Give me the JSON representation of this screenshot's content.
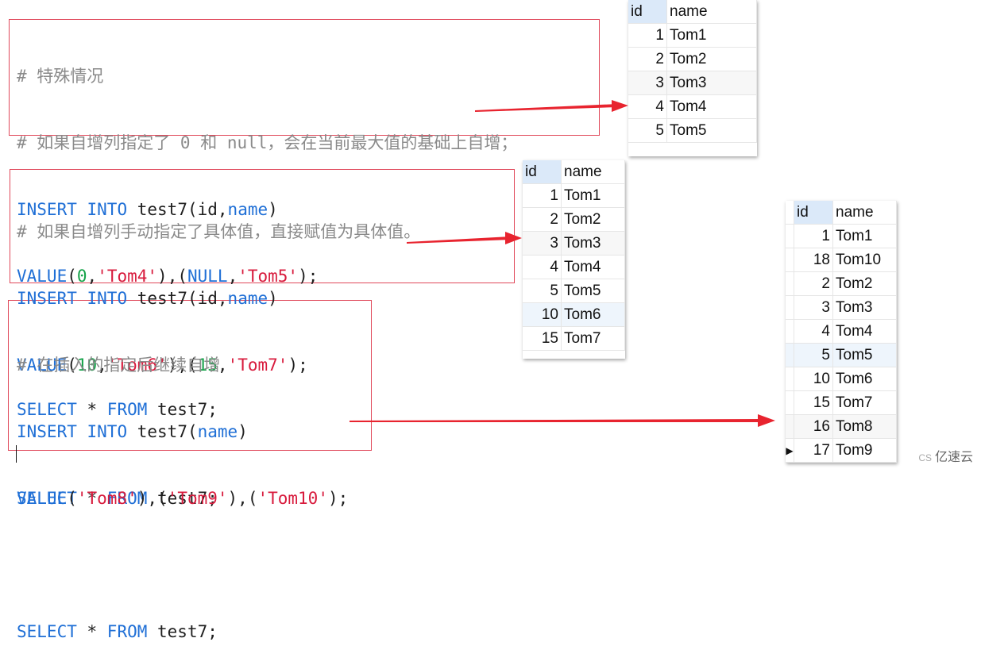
{
  "block1": {
    "comment1": "# 特殊情况",
    "comment2": "# 如果自增列指定了 0 和 null，会在当前最大值的基础上自增；",
    "kw_insert": "INSERT",
    "kw_into": "INTO",
    "table_open": "test7(id,",
    "col_name": "name",
    "close_paren": ")",
    "kw_value": "VALUE",
    "p1": "(",
    "n0": "0",
    "comma": ",",
    "s_tom4": "'Tom4'",
    "mid": "),(",
    "kw_null": "NULL",
    "s_tom5": "'Tom5'",
    "end": ");",
    "kw_select": "SELECT",
    "star": " * ",
    "kw_from": "FROM",
    "tbl": " test7;"
  },
  "block2": {
    "comment": "# 如果自增列手动指定了具体值，直接赋值为具体值。",
    "kw_insert": "INSERT",
    "kw_into": "INTO",
    "table_open": "test7(id,",
    "col_name": "name",
    "close_paren": ")",
    "kw_value": "VALUE",
    "p1": "(",
    "n10": "10",
    "comma": ",",
    "s_tom6": "'Tom6'",
    "mid": "),(",
    "n15": "15",
    "s_tom7": "'Tom7'",
    "end": ");",
    "kw_select": "SELECT",
    "star": " * ",
    "kw_from": "FROM",
    "tbl": " test7;"
  },
  "block3": {
    "comment": "# 在插入的指定后继续自增",
    "kw_insert": "INSERT",
    "kw_into": "INTO",
    "table_open": "test7(",
    "col_name": "name",
    "close_paren": ")",
    "kw_value": "VALUE",
    "p1": "(",
    "s_tom8": "'Tom8'",
    "mid1": "),(",
    "s_tom9": "'Tom9'",
    "mid2": "),(",
    "s_tom10": "'Tom10'",
    "end": ");",
    "kw_select": "SELECT",
    "star": " * ",
    "kw_from": "FROM",
    "tbl": " test7;"
  },
  "grid1": {
    "columns": [
      "id",
      "name"
    ],
    "rows": [
      [
        "1",
        "Tom1"
      ],
      [
        "2",
        "Tom2"
      ],
      [
        "3",
        "Tom3"
      ],
      [
        "4",
        "Tom4"
      ],
      [
        "5",
        "Tom5"
      ]
    ]
  },
  "grid2": {
    "columns": [
      "id",
      "name"
    ],
    "rows": [
      [
        "1",
        "Tom1"
      ],
      [
        "2",
        "Tom2"
      ],
      [
        "3",
        "Tom3"
      ],
      [
        "4",
        "Tom4"
      ],
      [
        "5",
        "Tom5"
      ],
      [
        "10",
        "Tom6"
      ],
      [
        "15",
        "Tom7"
      ]
    ]
  },
  "grid3": {
    "columns": [
      "id",
      "name"
    ],
    "rows": [
      [
        "1",
        "Tom1"
      ],
      [
        "18",
        "Tom10"
      ],
      [
        "2",
        "Tom2"
      ],
      [
        "3",
        "Tom3"
      ],
      [
        "4",
        "Tom4"
      ],
      [
        "5",
        "Tom5"
      ],
      [
        "10",
        "Tom6"
      ],
      [
        "15",
        "Tom7"
      ],
      [
        "16",
        "Tom8"
      ],
      [
        "17",
        "Tom9"
      ]
    ],
    "current_row_marker": "▶"
  },
  "watermark": {
    "prefix": "CS",
    "text": "亿速云"
  },
  "colors": {
    "frame": "#e0485a",
    "arrow": "#e8242f",
    "keyword": "#1f6fd6",
    "string": "#d81b3d",
    "number": "#16a34a",
    "comment": "#8a8a8a"
  }
}
